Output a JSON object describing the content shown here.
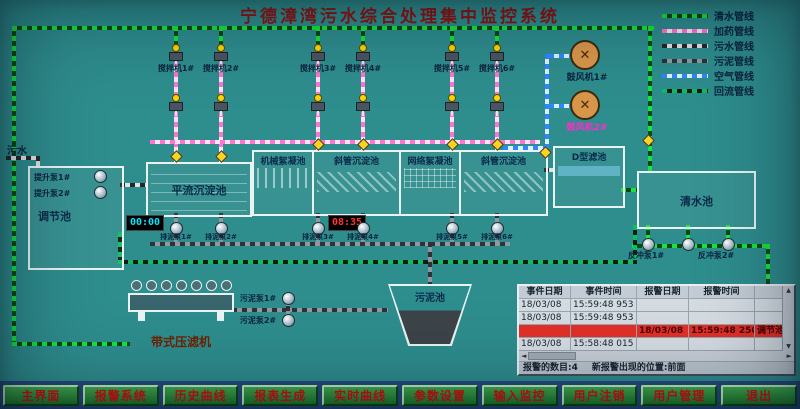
{
  "title": "宁德漳湾污水综合处理集中监控系统",
  "legend": {
    "items": [
      {
        "label": "清水管线",
        "color": "#17e43c"
      },
      {
        "label": "加药管线",
        "color": "#ff74cf"
      },
      {
        "label": "污水管线",
        "color": "#26262a"
      },
      {
        "label": "污泥管线",
        "color": "#2e3238"
      },
      {
        "label": "空气管线",
        "color": "#2f86ff"
      },
      {
        "label": "回流管线",
        "color": "#0dbd5e"
      }
    ]
  },
  "inflow_label": "污水",
  "mixers": [
    "搅拌机1#",
    "搅拌机2#",
    "搅拌机3#",
    "搅拌机4#",
    "搅拌机5#",
    "搅拌机6#"
  ],
  "blowers": [
    "鼓风机1#",
    "鼓风机2#"
  ],
  "tanks": {
    "regulating": "调节池",
    "horizontal_sed": "平流沉淀池",
    "mech_floc": "机械絮凝池",
    "inclined_sed_1": "斜管沉淀池",
    "net_floc": "网络絮凝池",
    "inclined_sed_2": "斜管沉淀池",
    "d_filter": "D型滤池",
    "clear_water": "清水池",
    "sludge_pool": "污泥池",
    "belt_press": "带式压滤机"
  },
  "pumps": {
    "lift": [
      "提升泵1#",
      "提升泵2#"
    ],
    "mud": [
      "排泥泵1#",
      "排泥泵2#",
      "排泥泵3#",
      "排泥泵4#",
      "排泥泵5#",
      "排泥泵6#"
    ],
    "sludge": [
      "污泥泵1#",
      "污泥泵2#"
    ],
    "backwash": [
      "反冲泵1#",
      "反冲泵2#"
    ]
  },
  "timers": {
    "t1": "00:00",
    "t2": "08:35"
  },
  "icons": {
    "fan": "✕",
    "up": "▲",
    "down": "▼",
    "left": "◄",
    "right": "►"
  },
  "alarm_table": {
    "headers": [
      "事件日期",
      "事件时间",
      "报警日期",
      "报警时间"
    ],
    "rows": [
      {
        "c1": "18/03/08",
        "c2": "15:59:48 953",
        "c3": "",
        "c4": "",
        "c5": ""
      },
      {
        "c1": "18/03/08",
        "c2": "15:59:48 953",
        "c3": "",
        "c4": "",
        "c5": ""
      },
      {
        "c1": "",
        "c2": "",
        "c3": "18/03/08",
        "c4": "15:59:48 250",
        "c5": "调节池液位"
      },
      {
        "c1": "18/03/08",
        "c2": "15:58:48 015",
        "c3": "",
        "c4": "",
        "c5": ""
      }
    ],
    "footer_count": "报警的数目:4",
    "footer_position": "新报警出现的位置:前面"
  },
  "nav": {
    "buttons": [
      "主界面",
      "报警系统",
      "历史曲线",
      "报表生成",
      "实时曲线",
      "参数设置",
      "输入监控",
      "用户注销",
      "用户管理",
      "退出"
    ]
  }
}
